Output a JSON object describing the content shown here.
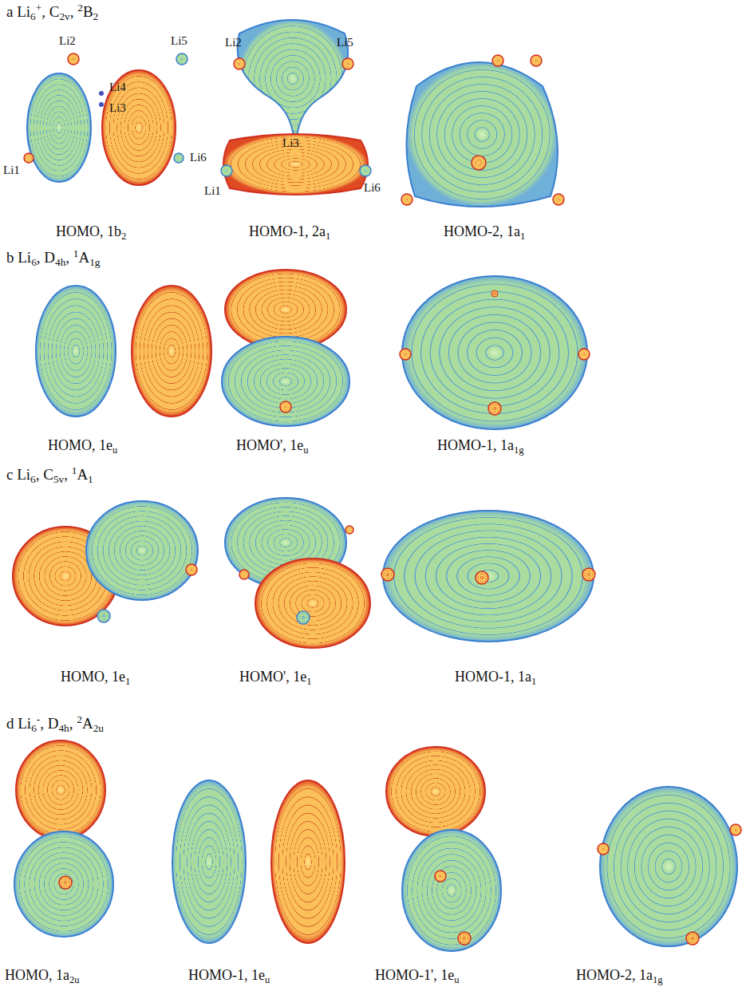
{
  "diagram": {
    "labels": [
      "a Li6+, C2v, 2B2",
      "Li2",
      "Li5",
      "Li2",
      "Li5",
      "Li4",
      "Li3",
      "Li3",
      "Li1",
      "Li6",
      "Li1",
      "Li6",
      "HOMO, 1b2",
      "HOMO-1, 2a1",
      "HOMO-2, 1a1",
      "b Li6, D4h, 1A1g",
      "HOMO, 1eu",
      "HOMO', 1eu",
      "HOMO-1, 1a1g",
      "c Li6, C5v, 1A1",
      "HOMO, 1e1",
      "HOMO', 1e1",
      "HOMO-1, 1a1",
      "d Li6-, D4h, 2A2u",
      "HOMO, 1a2u",
      "HOMO-1, 1eu",
      "HOMO-1', 1eu",
      "HOMO-2, 1a1g"
    ]
  }
}
